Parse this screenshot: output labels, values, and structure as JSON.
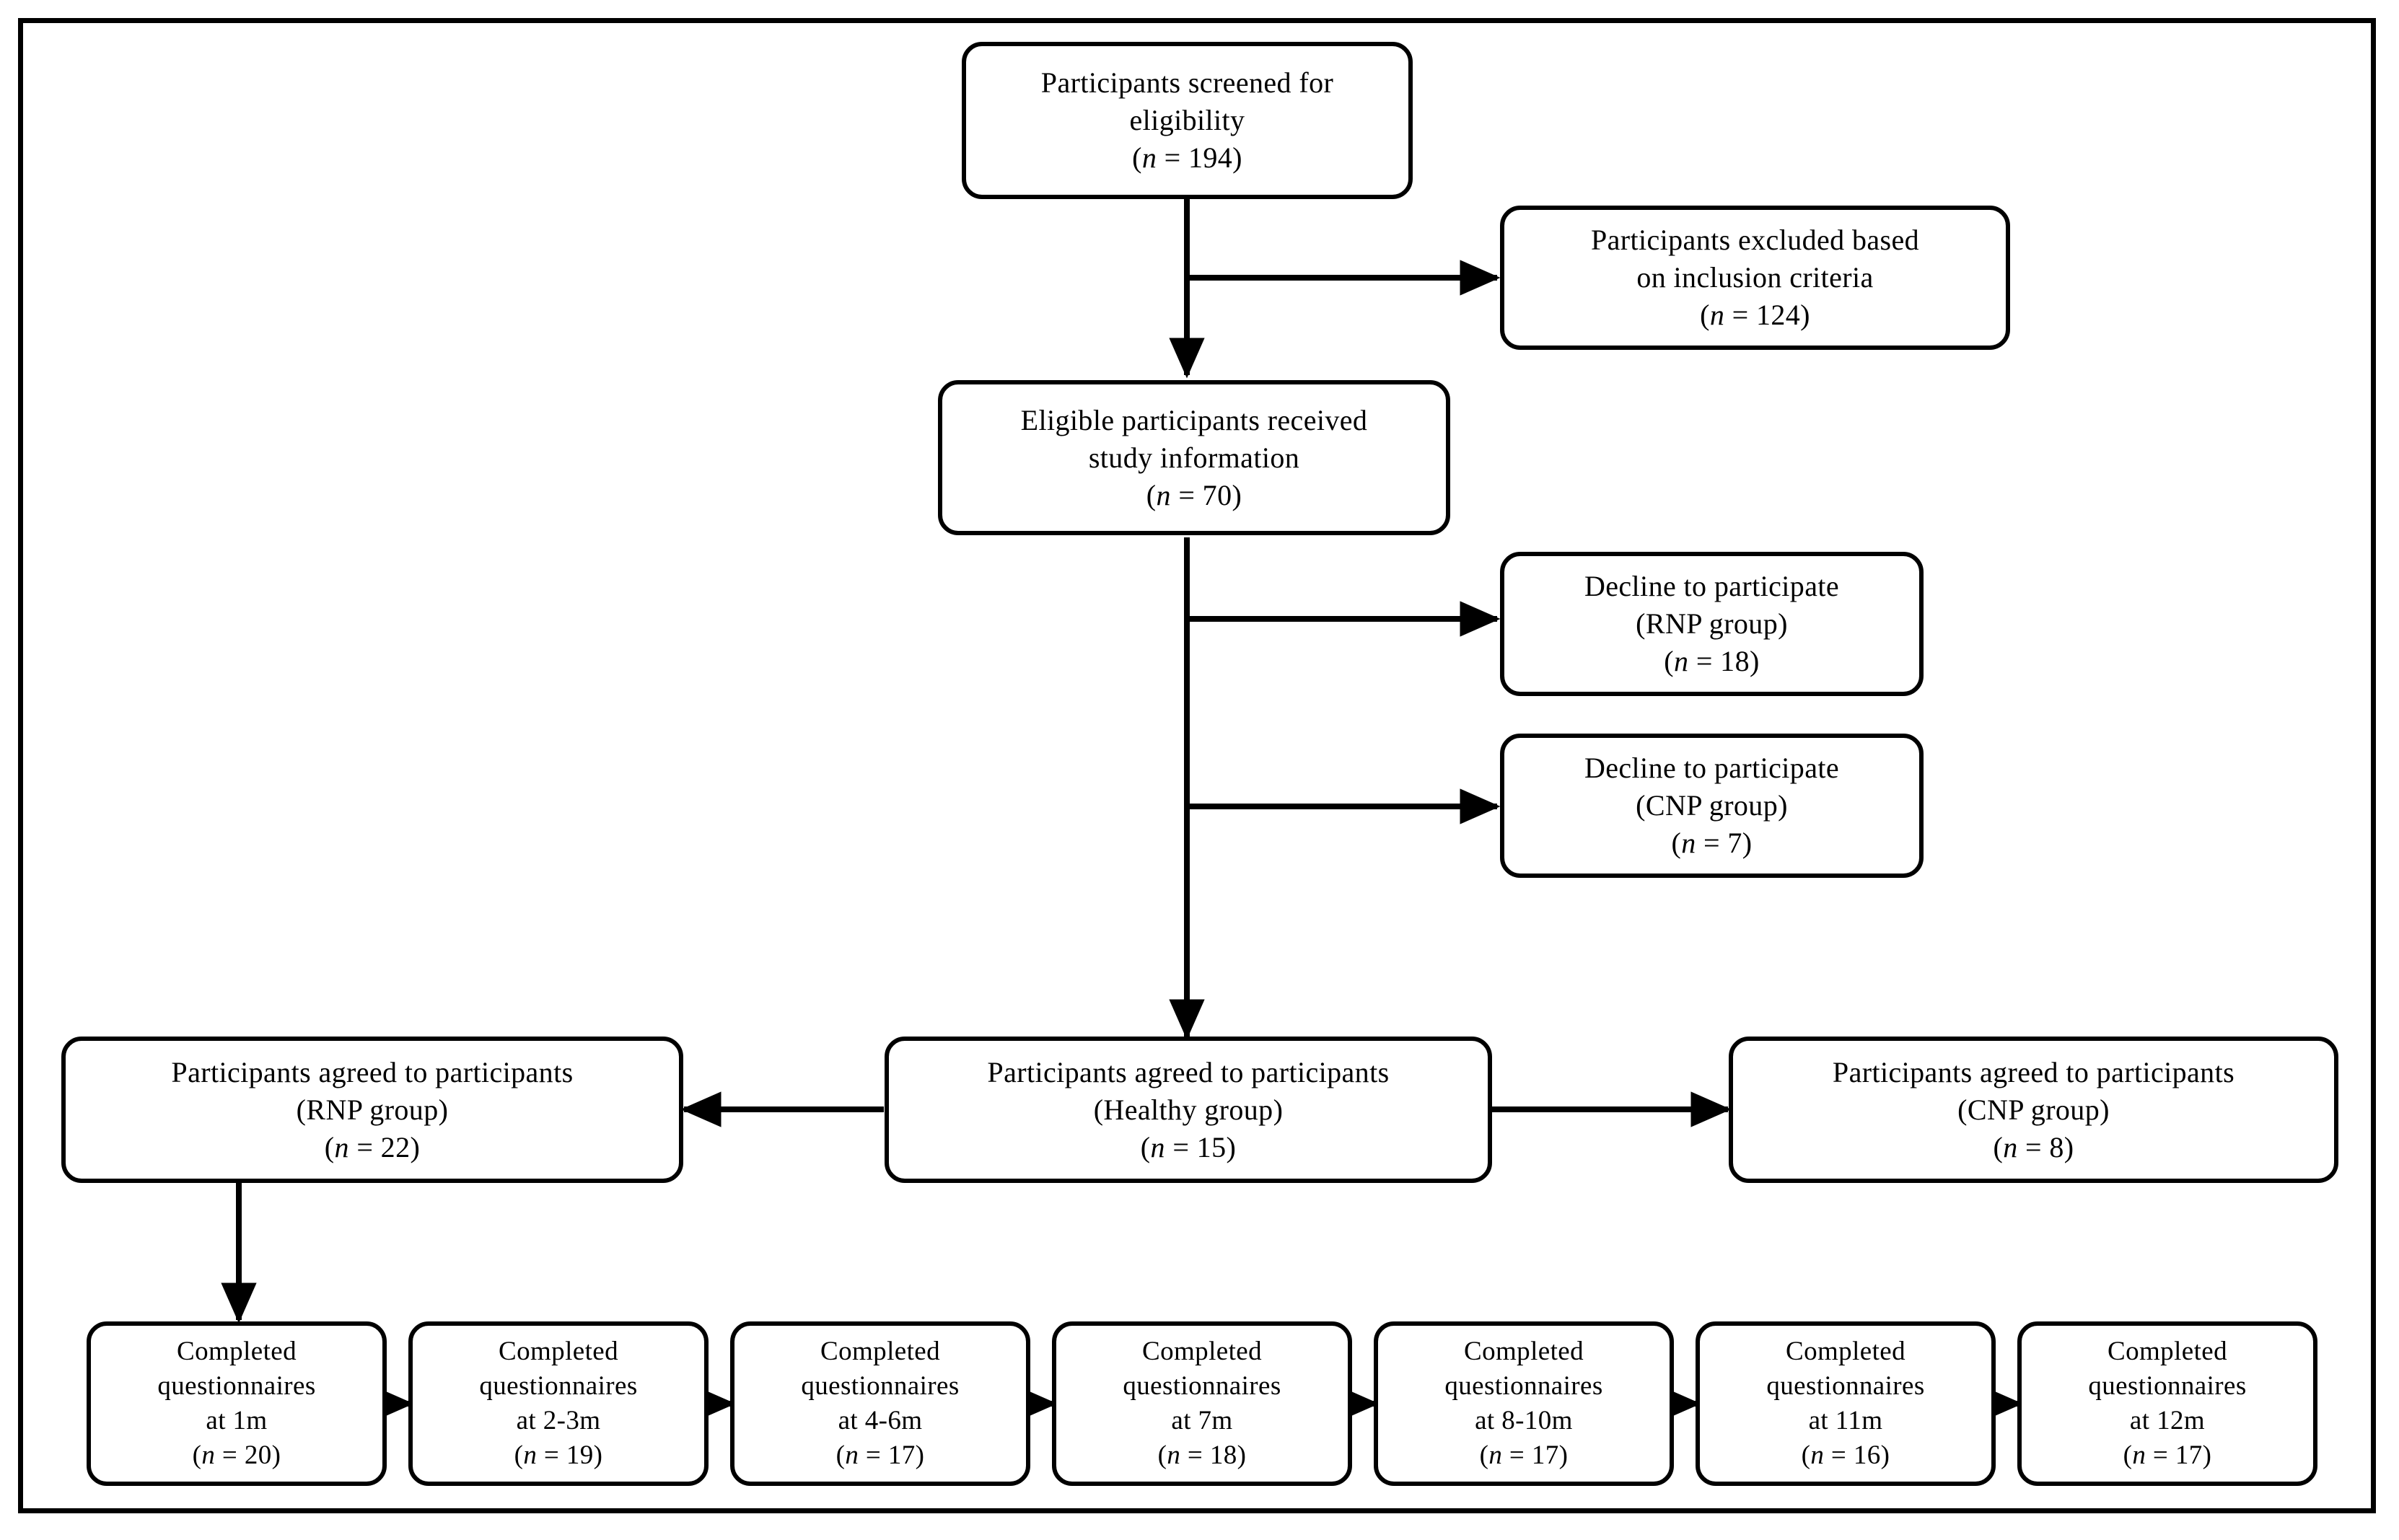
{
  "figure": {
    "type": "flowchart",
    "subject": "CONSORT-style participant flow diagram",
    "frame_border_color": "#000000",
    "box_border_color": "#000000",
    "text_color": "#000000",
    "background_color": "#ffffff"
  },
  "nodes": {
    "screened": {
      "line1": "Participants screened for",
      "line2": "eligibility",
      "n_prefix": "(",
      "n_italic": "n",
      "n_suffix": " = 194)",
      "count": 194
    },
    "excluded": {
      "line1": "Participants excluded based",
      "line2": "on inclusion criteria",
      "n_prefix": "(",
      "n_italic": "n",
      "n_suffix": " = 124)",
      "count": 124
    },
    "eligible": {
      "line1": "Eligible participants received",
      "line2": "study information",
      "n_prefix": "(",
      "n_italic": "n",
      "n_suffix": " = 70)",
      "count": 70
    },
    "decline_rnp": {
      "line1": "Decline to participate",
      "line2": "(RNP group)",
      "n_prefix": "(",
      "n_italic": "n",
      "n_suffix": " = 18)",
      "count": 18
    },
    "decline_cnp": {
      "line1": "Decline to participate",
      "line2": "(CNP group)",
      "n_prefix": "(",
      "n_italic": "n",
      "n_suffix": " = 7)",
      "count": 7
    },
    "agreed_rnp": {
      "line1": "Participants agreed to participants",
      "line2": "(RNP group)",
      "n_prefix": "(",
      "n_italic": "n",
      "n_suffix": " = 22)",
      "count": 22
    },
    "agreed_healthy": {
      "line1": "Participants agreed to participants",
      "line2": "(Healthy group)",
      "n_prefix": "(",
      "n_italic": "n",
      "n_suffix": " = 15)",
      "count": 15
    },
    "agreed_cnp": {
      "line1": "Participants agreed to participants",
      "line2": "(CNP group)",
      "n_prefix": "(",
      "n_italic": "n",
      "n_suffix": " = 8)",
      "count": 8
    }
  },
  "followups": [
    {
      "line1": "Completed",
      "line2": "questionnaires",
      "line3": "at 1m",
      "n_prefix": "(",
      "n_italic": "n",
      "n_suffix": " = 20)",
      "timepoint": "1m",
      "count": 20
    },
    {
      "line1": "Completed",
      "line2": "questionnaires",
      "line3": "at 2-3m",
      "n_prefix": "(",
      "n_italic": "n",
      "n_suffix": " = 19)",
      "timepoint": "2-3m",
      "count": 19
    },
    {
      "line1": "Completed",
      "line2": "questionnaires",
      "line3": "at 4-6m",
      "n_prefix": "(",
      "n_italic": "n",
      "n_suffix": " = 17)",
      "timepoint": "4-6m",
      "count": 17
    },
    {
      "line1": "Completed",
      "line2": "questionnaires",
      "line3": "at 7m",
      "n_prefix": "(",
      "n_italic": "n",
      "n_suffix": " = 18)",
      "timepoint": "7m",
      "count": 18
    },
    {
      "line1": "Completed",
      "line2": "questionnaires",
      "line3": "at 8-10m",
      "n_prefix": "(",
      "n_italic": "n",
      "n_suffix": " = 17)",
      "timepoint": "8-10m",
      "count": 17
    },
    {
      "line1": "Completed",
      "line2": "questionnaires",
      "line3": "at 11m",
      "n_prefix": "(",
      "n_italic": "n",
      "n_suffix": " = 16)",
      "timepoint": "11m",
      "count": 16
    },
    {
      "line1": "Completed",
      "line2": "questionnaires",
      "line3": "at 12m",
      "n_prefix": "(",
      "n_italic": "n",
      "n_suffix": " = 17)",
      "timepoint": "12m",
      "count": 17
    }
  ]
}
